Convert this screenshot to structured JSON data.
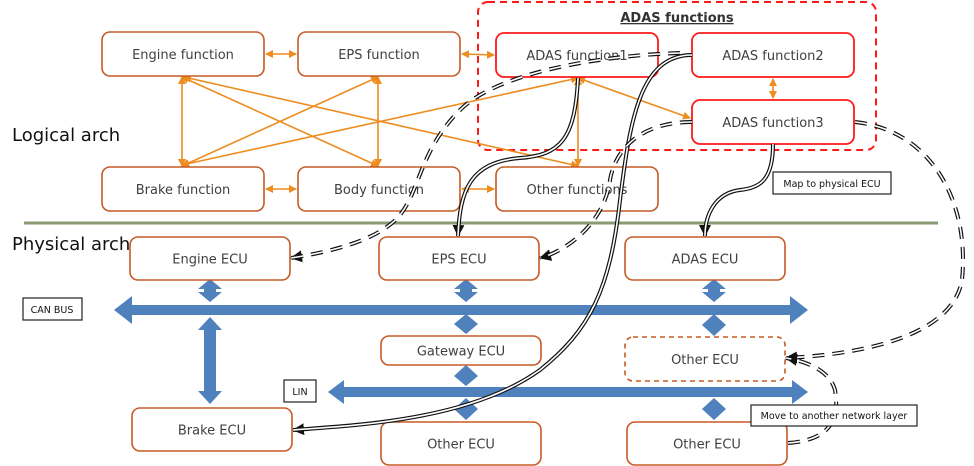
{
  "section_labels": {
    "logical": "Logical arch",
    "physical": "Physical arch"
  },
  "adas_group": {
    "title": "ADAS functions"
  },
  "logical_nodes": [
    {
      "id": "engine_fn",
      "label": "Engine function",
      "style": "normal"
    },
    {
      "id": "eps_fn",
      "label": "EPS function",
      "style": "normal"
    },
    {
      "id": "adas_fn1",
      "label": "ADAS function1",
      "style": "adas"
    },
    {
      "id": "adas_fn2",
      "label": "ADAS function2",
      "style": "adas"
    },
    {
      "id": "adas_fn3",
      "label": "ADAS function3",
      "style": "adas"
    },
    {
      "id": "brake_fn",
      "label": "Brake function",
      "style": "normal"
    },
    {
      "id": "body_fn",
      "label": "Body function",
      "style": "normal"
    },
    {
      "id": "other_fn",
      "label": "Other functions",
      "style": "normal"
    }
  ],
  "physical_nodes": [
    {
      "id": "engine_ecu",
      "label": "Engine ECU",
      "style": "normal"
    },
    {
      "id": "eps_ecu",
      "label": "EPS ECU",
      "style": "normal"
    },
    {
      "id": "adas_ecu",
      "label": "ADAS ECU",
      "style": "normal"
    },
    {
      "id": "gateway_ecu",
      "label": "Gateway ECU",
      "style": "normal"
    },
    {
      "id": "other_ecu_dashed",
      "label": "Other ECU",
      "style": "dashed"
    },
    {
      "id": "brake_ecu",
      "label": "Brake ECU",
      "style": "normal"
    },
    {
      "id": "other_ecu_lin",
      "label": "Other ECU",
      "style": "normal"
    },
    {
      "id": "other_ecu_right",
      "label": "Other ECU",
      "style": "normal"
    }
  ],
  "notes": {
    "map_to_physical": "Map to physical ECU",
    "move_network_layer": "Move to another network layer",
    "can_bus": "CAN BUS",
    "lin": "LIN"
  },
  "logical_links": [
    [
      "engine_fn",
      "eps_fn"
    ],
    [
      "eps_fn",
      "adas_fn1"
    ],
    [
      "adas_fn2",
      "adas_fn3"
    ],
    [
      "adas_fn1",
      "adas_fn3"
    ],
    [
      "adas_fn1",
      "other_fn"
    ],
    [
      "engine_fn",
      "brake_fn"
    ],
    [
      "engine_fn",
      "body_fn"
    ],
    [
      "engine_fn",
      "other_fn"
    ],
    [
      "eps_fn",
      "brake_fn"
    ],
    [
      "eps_fn",
      "body_fn"
    ],
    [
      "brake_fn",
      "adas_fn1"
    ],
    [
      "brake_fn",
      "body_fn"
    ],
    [
      "body_fn",
      "other_fn"
    ]
  ],
  "mappings": [
    {
      "from": "adas_fn1",
      "to": "eps_ecu",
      "type": "solid"
    },
    {
      "from": "adas_fn1",
      "to": "engine_ecu",
      "type": "dashed"
    },
    {
      "from": "adas_fn2",
      "to": "brake_ecu",
      "type": "solid"
    },
    {
      "from": "adas_fn2",
      "to": "eps_ecu",
      "type": "dashed"
    },
    {
      "from": "adas_fn3",
      "to": "adas_ecu",
      "type": "solid"
    },
    {
      "from": "adas_fn3",
      "to": "other_ecu_dashed",
      "type": "dashed"
    },
    {
      "from": "other_ecu_right",
      "to": "other_ecu_dashed",
      "type": "dashed"
    }
  ]
}
